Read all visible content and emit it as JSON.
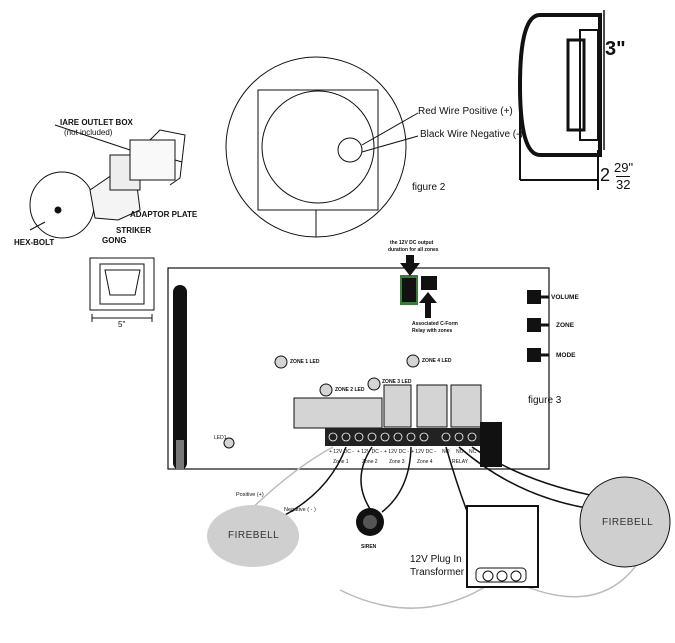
{
  "bell_parts": {
    "outlet_box": "IARE OUTLET BOX",
    "not_included": "(not included)",
    "adaptor_plate": "ADAPTOR  PLATE",
    "striker": "STRIKER",
    "hex_bolt": "HEX-BOLT",
    "gong": "GONG",
    "box_width": "5\""
  },
  "figure2": {
    "red_wire": "Red Wire Positive (+)",
    "black_wire": "Black Wire Negative (-)",
    "caption": "figure 2"
  },
  "dims": {
    "height": "3\"",
    "depth_whole": "2",
    "depth_num": "29\"",
    "depth_den": "32"
  },
  "board": {
    "output_note_1": "the 12V DC output",
    "output_note_2": "duration for all zones",
    "relay_note_1": "Associated C-Form",
    "relay_note_2": "Relay with zones",
    "buttons": [
      "VOLUME",
      "ZONE",
      "MODE"
    ],
    "zone_leds": [
      "ZONE 1 LED",
      "ZONE 2 LED",
      "ZONE 3 LED",
      "ZONE 4 LED"
    ],
    "led_label": "LED1",
    "terminal_labels": [
      "+ 12V DC -",
      "+ 12V DC -",
      "+ 12V DC -",
      "+ 12V DC -",
      "NO",
      "NO",
      "NC"
    ],
    "zone_names": [
      "Zone 1",
      "Zone 2",
      "Zone 3",
      "Zone 4",
      "RELAY"
    ],
    "caption": "figure 3"
  },
  "wiring": {
    "positive": "Positive (+)",
    "negative": "Negative ( - )",
    "siren": "SIREN",
    "firebell_left": "FIREBELL",
    "firebell_right": "FIREBELL",
    "transformer_1": "12V Plug In",
    "transformer_2": "Transformer"
  },
  "colors": {
    "line": "#111111",
    "gray_wire": "#bbbbbb",
    "relay_fill": "#d4d4d4",
    "bell_fill": "#cfcfcf"
  }
}
